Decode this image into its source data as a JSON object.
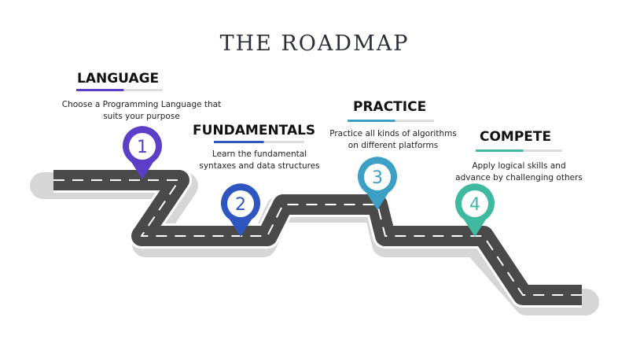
{
  "title": "THE ROADMAP",
  "steps": [
    {
      "number": "1",
      "heading": "LANGUAGE",
      "description_lines": [
        "Choose a Programming Language that",
        "suits your purpose"
      ],
      "color": "#5b3fc8"
    },
    {
      "number": "2",
      "heading": "FUNDAMENTALS",
      "description_lines": [
        "Learn the fundamental",
        "syntaxes and data structures"
      ],
      "color": "#2f55c0"
    },
    {
      "number": "3",
      "heading": "PRACTICE",
      "description_lines": [
        "Practice all kinds of algorithms",
        "on different platforms"
      ],
      "color": "#3c9fc4"
    },
    {
      "number": "4",
      "heading": "COMPETE",
      "description_lines": [
        "Apply logical skills and",
        "advance by challenging others"
      ],
      "color": "#3fb9a0"
    }
  ],
  "colors": {
    "road": "#4a4a4a",
    "road_edge": "#ffffff",
    "shadow": "#d6d6d6",
    "title": "#2b2f3a"
  }
}
